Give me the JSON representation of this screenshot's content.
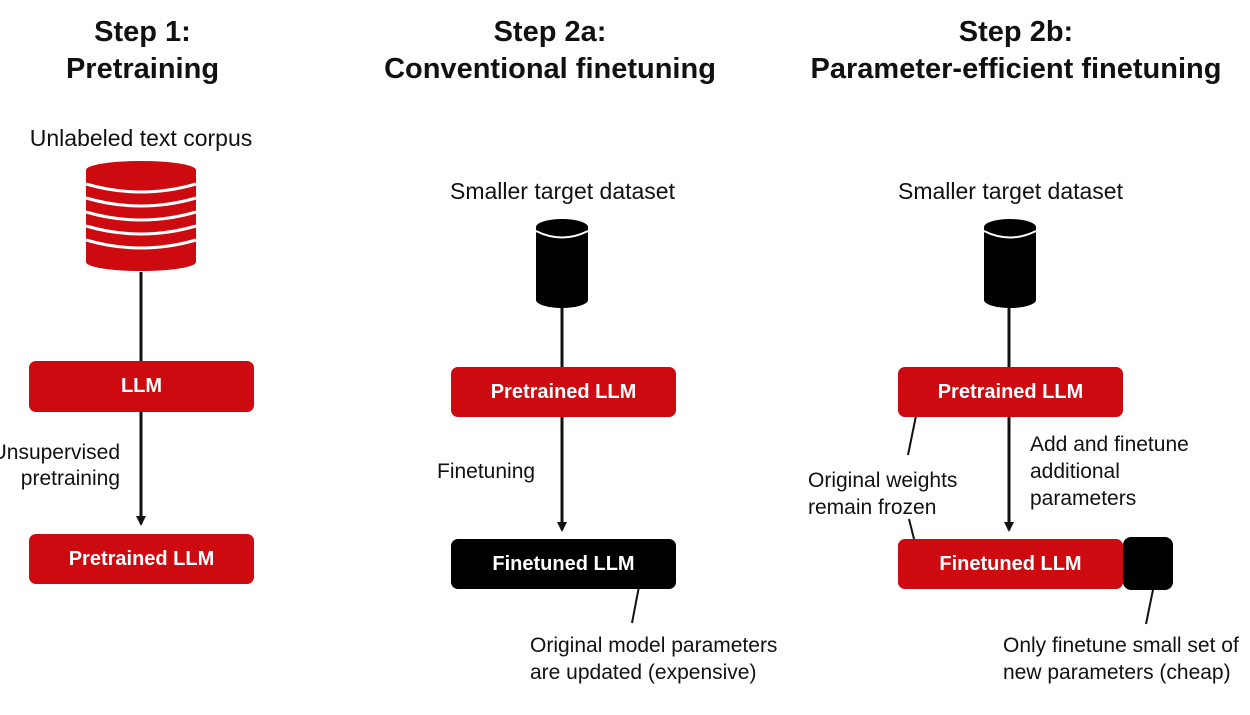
{
  "step1": {
    "heading_line1": "Step 1:",
    "heading_line2": "Pretraining",
    "source_label": "Unlabeled text corpus",
    "box_llm": "LLM",
    "arrow_label_line1": "Unsupervised",
    "arrow_label_line2": "pretraining",
    "box_result": "Pretrained LLM"
  },
  "step2a": {
    "heading_line1": "Step 2a:",
    "heading_line2": "Conventional finetuning",
    "source_label": "Smaller target dataset",
    "box_pretrained": "Pretrained LLM",
    "arrow_label": "Finetuning",
    "box_result": "Finetuned LLM",
    "note_line1": "Original model parameters",
    "note_line2": "are updated (expensive)"
  },
  "step2b": {
    "heading_line1": "Step 2b:",
    "heading_line2": "Parameter-efficient finetuning",
    "source_label": "Smaller target dataset",
    "box_pretrained": "Pretrained LLM",
    "frozen_note_line1": "Original weights",
    "frozen_note_line2": "remain frozen",
    "arrow_label_line1": "Add and finetune",
    "arrow_label_line2": "additional",
    "arrow_label_line3": "parameters",
    "box_result": "Finetuned LLM",
    "cheap_note_line1": "Only finetune small set of",
    "cheap_note_line2": "new parameters (cheap)"
  },
  "colors": {
    "accent_red": "#cc0a0f",
    "dark": "#000000"
  }
}
